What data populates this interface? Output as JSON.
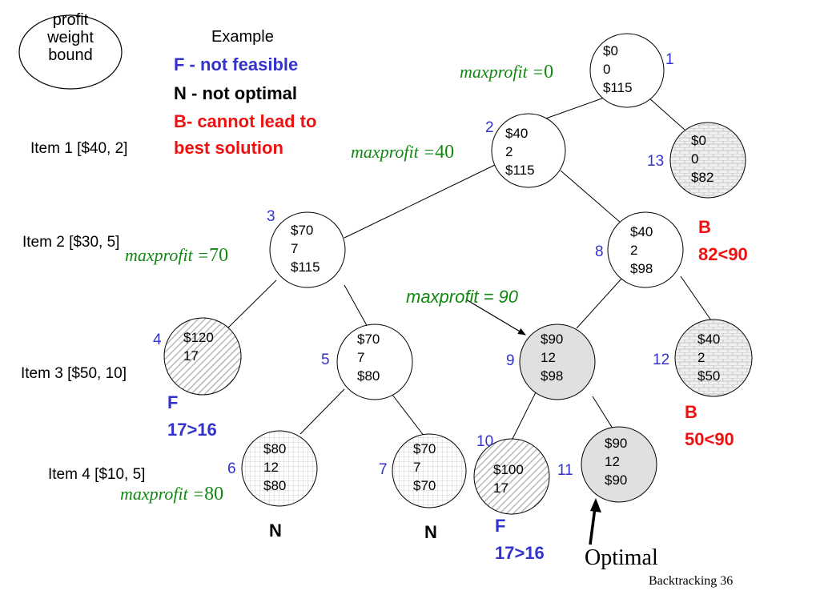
{
  "legend": {
    "node_fields": [
      "profit",
      "weight",
      "bound"
    ],
    "title": "Example",
    "f_line": "F - not feasible",
    "n_line": "N - not optimal",
    "b_line1": "B- cannot lead to",
    "b_line2": "best solution"
  },
  "items": [
    "Item 1 [$40, 2]",
    "Item 2 [$30, 5]",
    "Item 3 [$50, 10]",
    "Item 4 [$10, 5]"
  ],
  "nodes": [
    {
      "num": "1",
      "lines": [
        "$0",
        "0",
        "$115"
      ],
      "fill": "plain"
    },
    {
      "num": "2",
      "lines": [
        "$40",
        "2",
        "$115"
      ],
      "fill": "plain"
    },
    {
      "num": "3",
      "lines": [
        "$70",
        "7",
        "$115"
      ],
      "fill": "plain"
    },
    {
      "num": "4",
      "lines": [
        "$120",
        "17"
      ],
      "fill": "hatched"
    },
    {
      "num": "5",
      "lines": [
        "$70",
        "7",
        "$80"
      ],
      "fill": "plain"
    },
    {
      "num": "6",
      "lines": [
        "$80",
        "12",
        "$80"
      ],
      "fill": "grid"
    },
    {
      "num": "7",
      "lines": [
        "$70",
        "7",
        "$70"
      ],
      "fill": "grid"
    },
    {
      "num": "8",
      "lines": [
        "$40",
        "2",
        "$98"
      ],
      "fill": "plain"
    },
    {
      "num": "9",
      "lines": [
        "$90",
        "12",
        "$98"
      ],
      "fill": "gray"
    },
    {
      "num": "10",
      "lines": [
        "$100",
        "17"
      ],
      "fill": "hatched"
    },
    {
      "num": "11",
      "lines": [
        "$90",
        "12",
        "$90"
      ],
      "fill": "gray"
    },
    {
      "num": "12",
      "lines": [
        "$40",
        "2",
        "$50"
      ],
      "fill": "brick"
    },
    {
      "num": "13",
      "lines": [
        "$0",
        "0",
        "$82"
      ],
      "fill": "brick"
    }
  ],
  "maxprofit": [
    {
      "label": "maxprofit =",
      "value": "0"
    },
    {
      "label": "maxprofit =",
      "value": "40"
    },
    {
      "label": "maxprofit =",
      "value": "70"
    },
    {
      "label": "maxprofit =",
      "value": "80"
    },
    {
      "label": "maxprofit = 90",
      "value": ""
    }
  ],
  "marks": {
    "f4_letter": "F",
    "f4_reason": "17>16",
    "f10_letter": "F",
    "f10_reason": "17>16",
    "b13_letter": "B",
    "b13_reason": "82<90",
    "b12_letter": "B",
    "b12_reason": "50<90",
    "n6": "N",
    "n7": "N"
  },
  "optimal_label": "Optimal",
  "footer": "Backtracking 36",
  "colors": {
    "number_blue": "#3333cc",
    "maxprofit_green": "#118811",
    "bound_red": "#ee1111",
    "optimal_gray": "#e0e0e0"
  }
}
